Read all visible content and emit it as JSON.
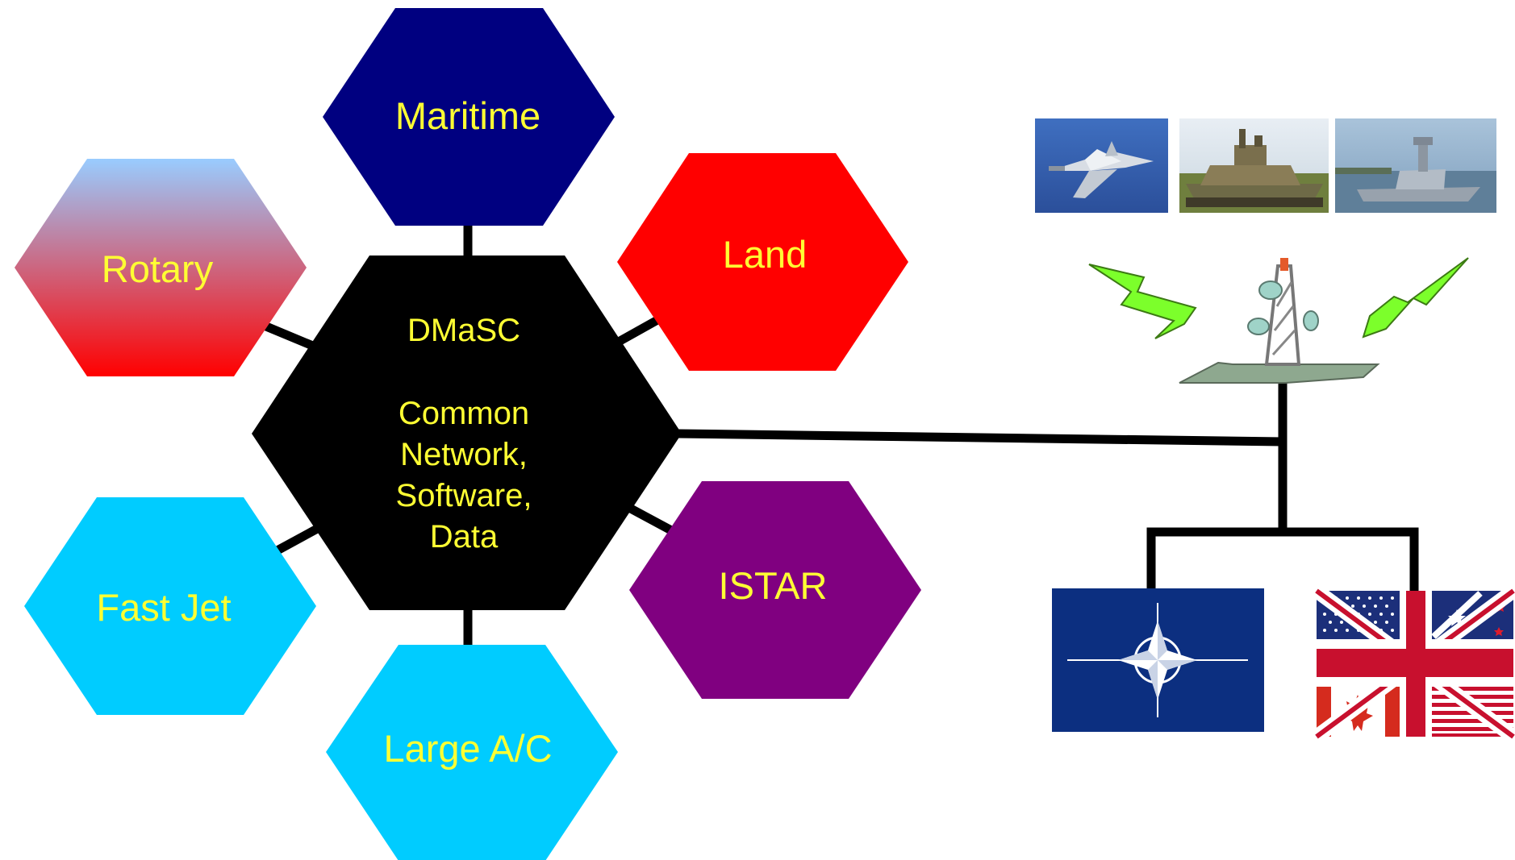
{
  "hub": {
    "title": "DMaSC",
    "lines": [
      "Common",
      "Network,",
      "Software,",
      "Data"
    ],
    "color": "#000000"
  },
  "domains": [
    {
      "key": "maritime",
      "label": "Maritime",
      "color": "#000080"
    },
    {
      "key": "land",
      "label": "Land",
      "color": "#ff0000"
    },
    {
      "key": "rotary",
      "label": "Rotary",
      "color_top": "#99ccff",
      "color_bottom": "#ff0000"
    },
    {
      "key": "istar",
      "label": "ISTAR",
      "color": "#800080"
    },
    {
      "key": "fast-jet",
      "label": "Fast Jet",
      "color": "#00ccff"
    },
    {
      "key": "large-ac",
      "label": "Large A/C",
      "color": "#00ccff"
    }
  ],
  "text_color": "#ffff33",
  "platform_photos": [
    "jet-aircraft-photo",
    "tank-photo",
    "warship-photo"
  ],
  "icons": [
    "communications-tower-icon",
    "lightning-bolt-icon",
    "lightning-bolt-icon"
  ],
  "flags": [
    "nato-flag",
    "five-eyes-composite-flag"
  ]
}
